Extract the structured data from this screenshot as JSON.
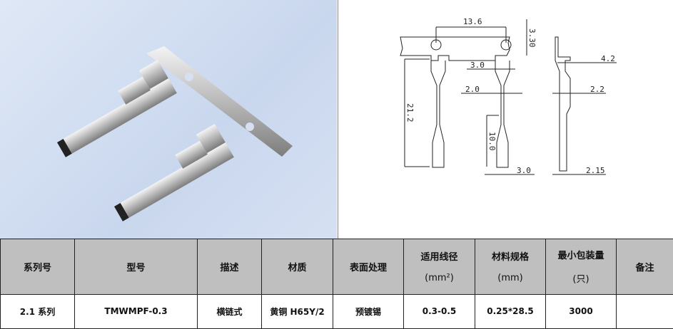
{
  "drawing": {
    "dims": [
      "13.6",
      "3.30",
      "3.0",
      "2.0",
      "21.2",
      "10.0",
      "3.0",
      "4.2",
      "2.2",
      "2.15"
    ]
  },
  "table": {
    "headers": [
      {
        "label": "系列号"
      },
      {
        "label": "型号"
      },
      {
        "label": "描述"
      },
      {
        "label": "材质"
      },
      {
        "label": "表面处理"
      },
      {
        "label": "适用线径",
        "sub": "(mm²)"
      },
      {
        "label": "材料规格",
        "sub": "(mm)"
      },
      {
        "label": "最小包装量",
        "sub": "(只)"
      },
      {
        "label": "备注"
      }
    ],
    "row": [
      "2.1 系列",
      "TMWMPF-0.3",
      "横链式",
      "黄铜 H65Y/2",
      "预镀锡",
      "0.3-0.5",
      "0.25*28.5",
      "3000",
      ""
    ]
  }
}
